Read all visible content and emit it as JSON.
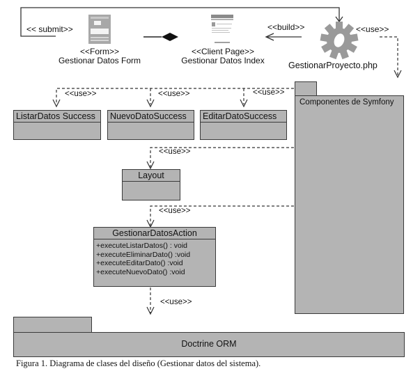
{
  "diagram": {
    "top": {
      "submit_label": "<< submit>>",
      "form": {
        "stereotype": "<<Form>>",
        "name": "Gestionar Datos Form",
        "icon": "form-icon"
      },
      "client_page": {
        "stereotype": "<<Client Page>>",
        "name": "Gestionar Datos Index",
        "icon": "client-page-icon"
      },
      "build_label": "<<build>>",
      "server": {
        "name": "GestionarProyecto.php",
        "icon": "gear-icon"
      },
      "use_label_top": "<<use>>"
    },
    "views": [
      {
        "name": "ListarDatos Success",
        "use_label": "<<use>>"
      },
      {
        "name": "NuevoDatoSuccess",
        "use_label": "<<use>>"
      },
      {
        "name": "EditarDatoSuccess",
        "use_label": "<<use>>"
      }
    ],
    "symfony_package": {
      "name": "Componentes de Symfony"
    },
    "layout": {
      "name": "Layout",
      "use_label": "<<use>>"
    },
    "action": {
      "name": "GestionarDatosAction",
      "use_label_in": "<<use>>",
      "operations": [
        "+executeListarDatos() : void",
        "+executeEliminarDato() :void",
        "+executeEditarDato() :void",
        "+executeNuevoDato() :void"
      ],
      "use_label_out": "<<use>>"
    },
    "orm_package": {
      "name": "Doctrine ORM"
    }
  },
  "caption": "Figura 1. Diagrama de clases del diseño (Gestionar datos del sistema)."
}
